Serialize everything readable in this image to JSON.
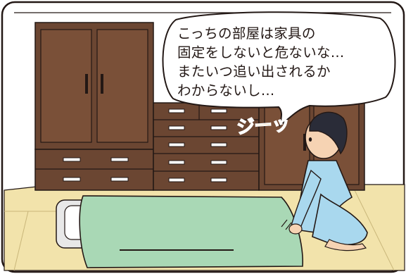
{
  "speech_bubble": {
    "lines": [
      "こっちの部屋は家具の",
      "固定をしないと危ないな…",
      "またいつ追い出されるか",
      "わからないし…"
    ]
  },
  "sound_effect": "ジーッ",
  "colors": {
    "furniture": "#6b4632",
    "furniture_dark": "#4a2f22",
    "wall": "#ffffff",
    "tatami": "#f2e3ab",
    "futon": "#a9d8b5",
    "pajamas": "#a9d8ee",
    "hair": "#2a2c38",
    "sfx": "#f39a1e",
    "outline": "#231815"
  }
}
